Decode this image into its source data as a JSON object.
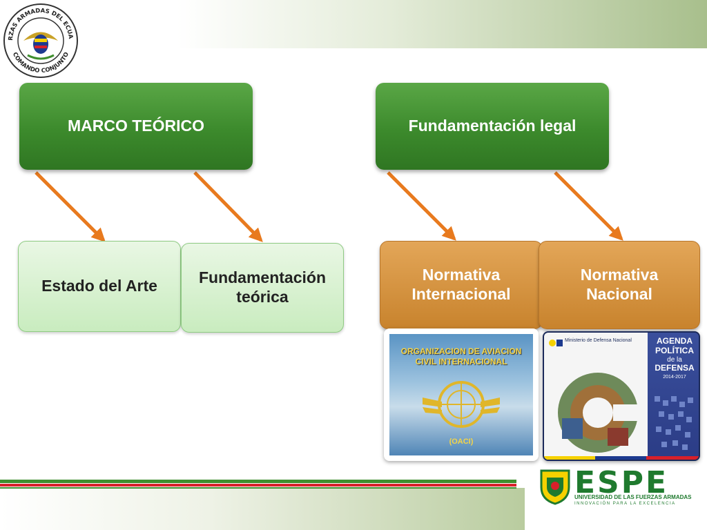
{
  "header": {
    "seal": {
      "ring_text": "FUERZAS ARMADAS DEL ECUADOR · COMANDO CONJUNTO",
      "icon": "armed-forces-seal-icon"
    }
  },
  "diagram": {
    "left": {
      "root": "MARCO TEÓRICO",
      "children": [
        "Estado del Arte",
        "Fundamentación teórica"
      ]
    },
    "right": {
      "root": "Fundamentación legal",
      "children": [
        "Normativa Internacional",
        "Normativa Nacional"
      ]
    },
    "arrow_color": "#e87a1e"
  },
  "images": {
    "icao": {
      "title": "ORGANIZACION DE AVIACION CIVIL INTERNACIONAL",
      "abbr": "(OACI)"
    },
    "agenda": {
      "ministry": "Ministerio de Defensa Nacional",
      "line1": "AGENDA",
      "line2": "POLÍTICA",
      "line3": "de la",
      "line4": "DEFENSA",
      "years": "2014-2017"
    }
  },
  "footer": {
    "brand": "ESPE",
    "university": "UNIVERSIDAD DE LAS FUERZAS ARMADAS",
    "motto": "INNOVACIÓN PARA LA EXCELENCIA",
    "colors": {
      "green": "#1f7a2e",
      "red": "#d8202a"
    }
  }
}
